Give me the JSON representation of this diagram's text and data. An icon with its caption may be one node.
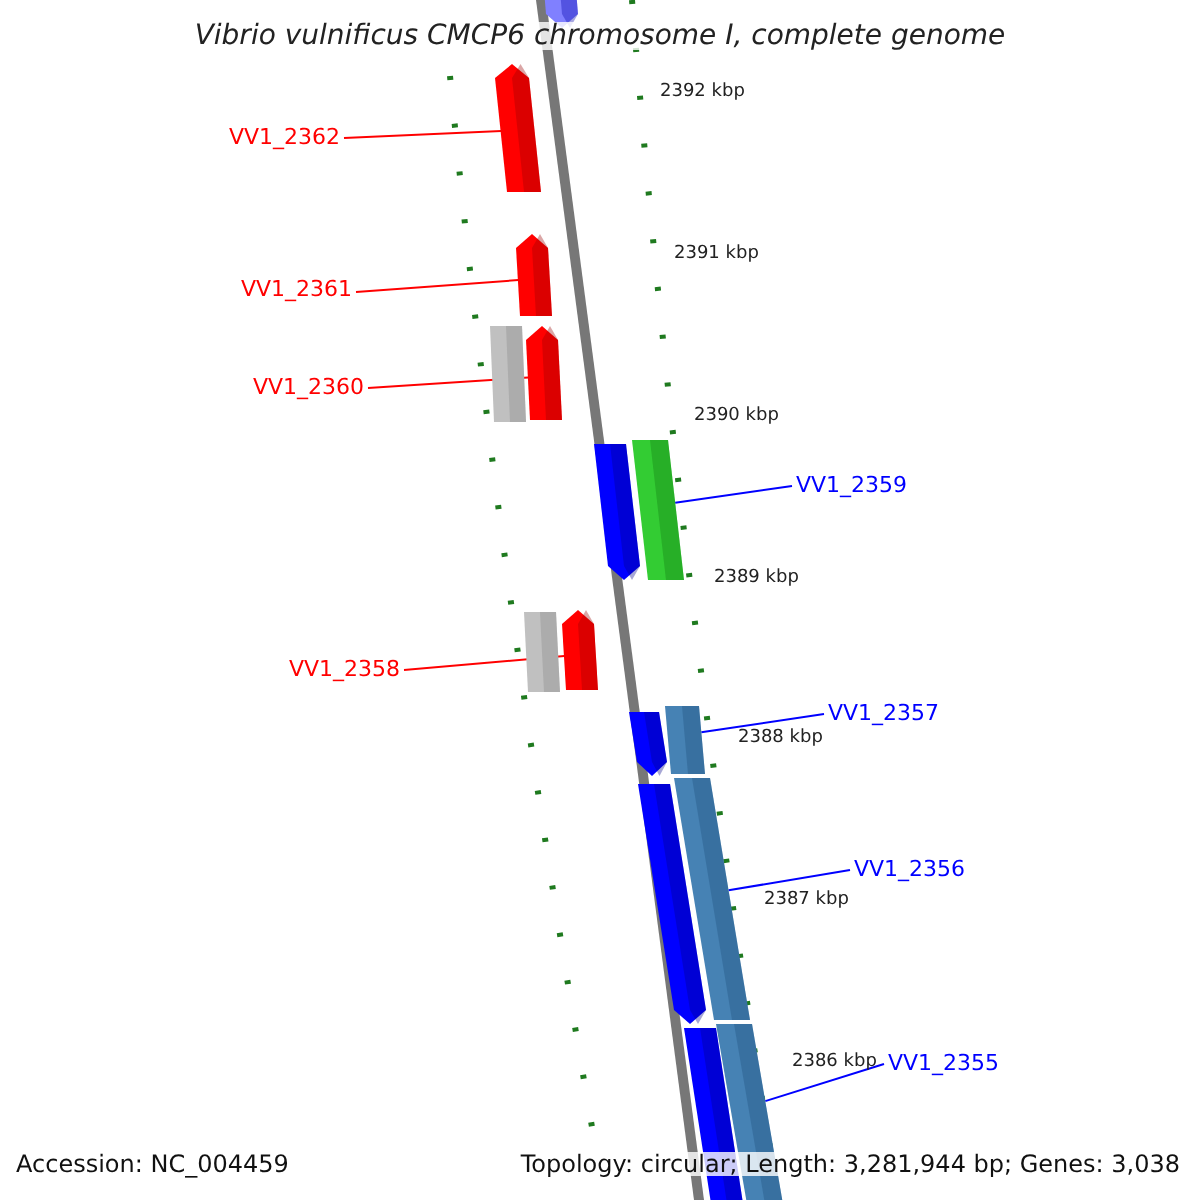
{
  "diagram": {
    "title": "Vibrio vulnificus CMCP6 chromosome I, complete genome",
    "nodes": [
      {
        "text": [],
        "shape": "bar"
      },
      {
        "text": [
          "VV1_2362"
        ]
      },
      {
        "text": [],
        "shape": "bar"
      },
      {
        "text": [
          "VV1_2361"
        ]
      },
      {
        "text": [],
        "shape": "bar"
      },
      {
        "text": [
          "VV1_2360"
        ]
      },
      {
        "text": [],
        "shape": "bar"
      },
      {
        "text": [
          "VV1_2359"
        ]
      },
      {
        "text": [],
        "shape": "bar"
      },
      {
        "text": [
          "VV1_2358"
        ]
      },
      {
        "text": [],
        "shape": "bar"
      },
      {
        "text": [
          "VV1_2357"
        ]
      },
      {
        "text": [],
        "shape": "bar"
      },
      {
        "text": [
          "VV1_2356"
        ]
      },
      {
        "text": [],
        "shape": "bar"
      },
      {
        "text": [
          "VV1_2355"
        ]
      }
    ],
    "edges": [
      {
        "from": 1,
        "to": 0,
        "arrow": "none",
        "color": "#ff0000"
      },
      {
        "from": 3,
        "to": 2,
        "arrow": "none",
        "color": "#ff0000"
      },
      {
        "from": 5,
        "to": 4,
        "arrow": "none",
        "color": "#ff0000"
      },
      {
        "from": 7,
        "to": 6,
        "arrow": "none",
        "color": "#0000ff"
      },
      {
        "from": 9,
        "to": 8,
        "arrow": "none",
        "color": "#ff0000"
      },
      {
        "from": 11,
        "to": 10,
        "arrow": "none",
        "color": "#0000ff"
      },
      {
        "from": 13,
        "to": 12,
        "arrow": "none",
        "color": "#0000ff"
      },
      {
        "from": 15,
        "to": 14,
        "arrow": "none",
        "color": "#0000ff"
      }
    ],
    "labels": [
      "2392 kbp",
      "2391 kbp",
      "2390 kbp",
      "2389 kbp",
      "2388 kbp",
      "2387 kbp",
      "2386 kbp",
      "Accession: NC_004459",
      "Topology: circular; Length: 3,281,944 bp; Genes: 3,038"
    ]
  }
}
